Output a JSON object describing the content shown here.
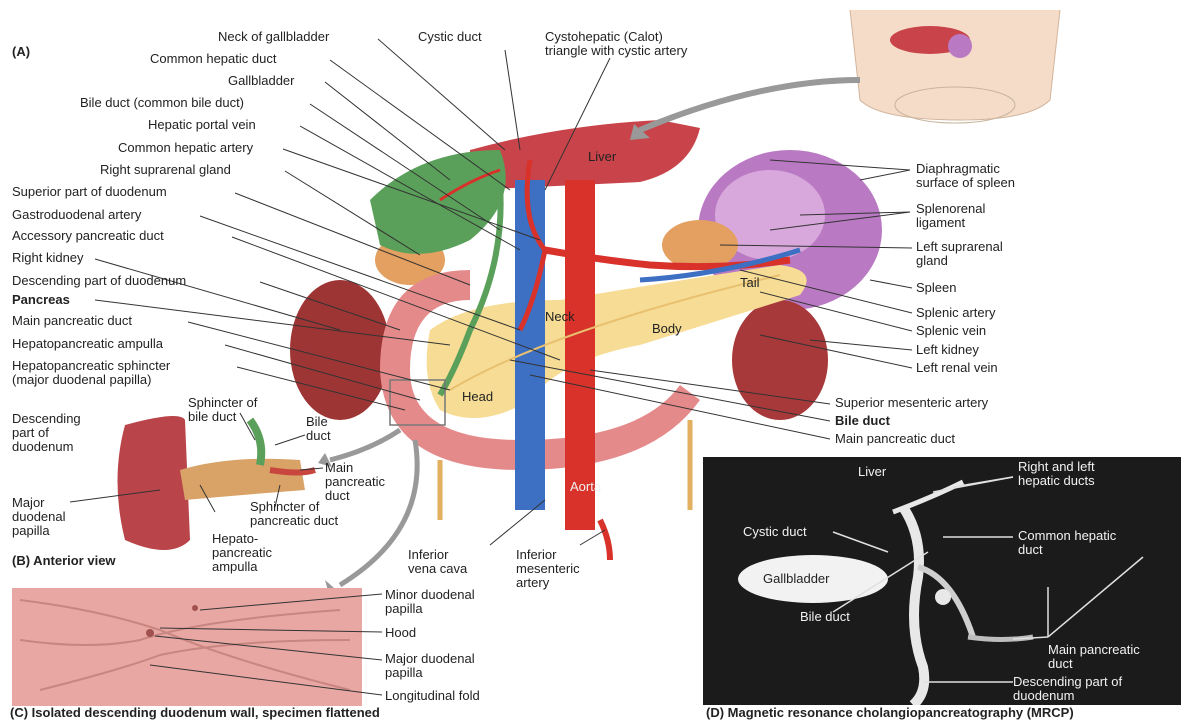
{
  "panel_letters": {
    "a": "(A)"
  },
  "captions": {
    "b": "(B)  Anterior view",
    "c": "(C) Isolated descending duodenum wall, specimen flattened",
    "d": "(D) Magnetic resonance cholangiopancreatography (MRCP)"
  },
  "organ_text": {
    "liver": "Liver",
    "tail": "Tail",
    "neck": "Neck",
    "body": "Body",
    "head": "Head",
    "aorta": "Aorta"
  },
  "left_labels": [
    "Neck of gallbladder",
    "Common hepatic duct",
    "Gallbladder",
    "Bile duct (common bile duct)",
    "Hepatic portal vein",
    "Common hepatic artery",
    "Right suprarenal gland",
    "Superior part of duodenum",
    "Gastroduodenal artery",
    "Accessory pancreatic duct",
    "Right kidney",
    "Descending part of duodenum",
    "Pancreas",
    "Main pancreatic duct",
    "Hepatopancreatic ampulla",
    "Hepatopancreatic sphincter",
    "(major duodenal papilla)"
  ],
  "top_labels": {
    "cystic_duct": "Cystic duct",
    "calot_1": "Cystohepatic (Calot)",
    "calot_2": "triangle with cystic artery"
  },
  "right_labels": {
    "diaphragmatic_1": "Diaphragmatic",
    "diaphragmatic_2": "surface of spleen",
    "splenorenal_1": "Splenorenal",
    "splenorenal_2": "ligament",
    "left_suprarenal_1": "Left suprarenal",
    "left_suprarenal_2": "gland",
    "spleen": "Spleen",
    "splenic_artery": "Splenic artery",
    "splenic_vein": "Splenic vein",
    "left_kidney": "Left kidney",
    "left_renal_vein": "Left renal vein",
    "superior_mesenteric_artery": "Superior mesenteric artery",
    "bile_duct": "Bile duct",
    "main_pancreatic_duct": "Main pancreatic duct"
  },
  "bottom_labels": {
    "ivc_1": "Inferior",
    "ivc_2": "vena cava",
    "ima_1": "Inferior",
    "ima_2": "mesenteric",
    "ima_3": "artery"
  },
  "panel_b_labels": {
    "desc_1": "Descending",
    "desc_2": "part of",
    "desc_3": "duodenum",
    "sphincter_bile_1": "Sphincter of",
    "sphincter_bile_2": "bile duct",
    "bile_1": "Bile",
    "bile_2": "duct",
    "main_1": "Main",
    "main_2": "pancreatic",
    "main_3": "duct",
    "sphincter_panc_1": "Sphincter of",
    "sphincter_panc_2": "pancreatic duct",
    "major_1": "Major",
    "major_2": "duodenal",
    "major_3": "papilla",
    "hepato_1": "Hepato-",
    "hepato_2": "pancreatic",
    "hepato_3": "ampulla"
  },
  "panel_c_labels": {
    "minor_1": "Minor duodenal",
    "minor_2": "papilla",
    "hood": "Hood",
    "major_1": "Major duodenal",
    "major_2": "papilla",
    "fold": "Longitudinal fold"
  },
  "panel_d_labels": {
    "liver": "Liver",
    "hepatic_1": "Right and left",
    "hepatic_2": "hepatic ducts",
    "cystic": "Cystic duct",
    "common_1": "Common hepatic",
    "common_2": "duct",
    "gallbladder": "Gallbladder",
    "bile": "Bile duct",
    "main_1": "Main pancreatic",
    "main_2": "duct",
    "desc_1": "Descending part of",
    "desc_2": "duodenum"
  },
  "colors": {
    "liver": "#c8444a",
    "gallbladder": "#5aa05a",
    "duodenum": "#e58a8a",
    "pancreas": "#f6dc94",
    "spleen": "#b97ac3",
    "kidney": "#a8393a",
    "artery": "#d8322a",
    "vein": "#3d6fc2",
    "suprarenal": "#e3a060"
  }
}
